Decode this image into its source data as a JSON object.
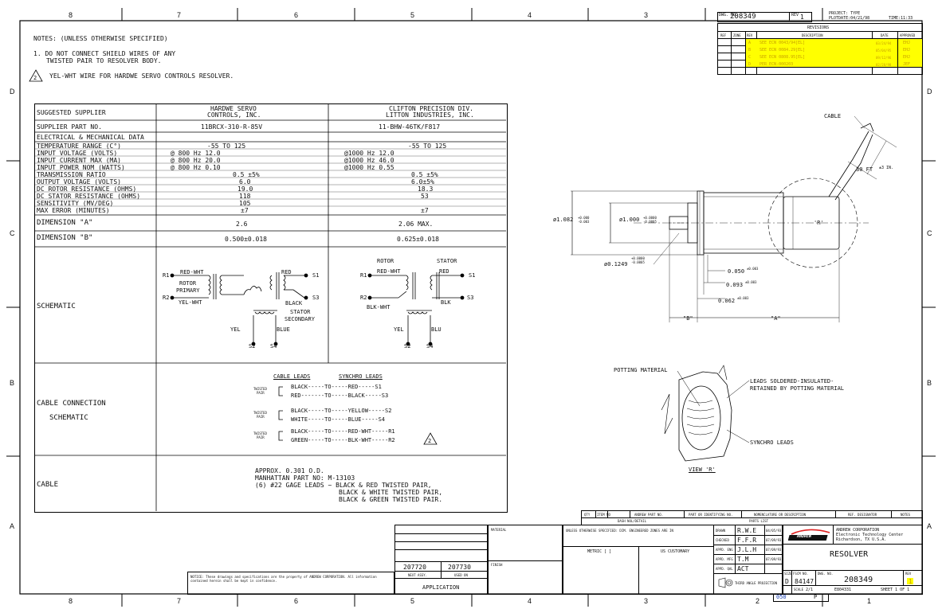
{
  "header": {
    "dwg_no_label": "DWG. NO.",
    "dwg_no": "208349",
    "rev_label": "REV",
    "rev": "1",
    "project_type": "PROJECT: TYPE",
    "plotdate": "PLOTDATE:04/21/98",
    "time": "TIME:11:33"
  },
  "zones": {
    "top": [
      "8",
      "7",
      "6",
      "5",
      "4",
      "3",
      "2",
      "1"
    ],
    "side": [
      "D",
      "C",
      "B",
      "A"
    ]
  },
  "revisions": {
    "title": "REVISIONS",
    "headers": [
      "REF",
      "ZONE",
      "REV",
      "DESCRIPTION",
      "DATE",
      "APPROVED"
    ],
    "rows": [
      {
        "rev": "A",
        "desc": "SEE ECN 0043/94[EL]",
        "date": "03/24/94",
        "appr": "EHJ"
      },
      {
        "rev": "B",
        "desc": "SEE ECN 0084.29[EL]",
        "date": "05/04/95",
        "appr": "EHJ"
      },
      {
        "rev": "C",
        "desc": "SEE ECN 0808.95[EL]",
        "date": "09/12/96",
        "appr": "EHJ"
      },
      {
        "rev": "D",
        "desc": "PER ECN-000203",
        "date": "02/28/98",
        "appr": "JEF"
      }
    ]
  },
  "notes": {
    "title": "NOTES: (UNLESS OTHERWISE SPECIFIED)",
    "n1a": "1.  DO NOT CONNECT SHIELD WIRES OF ANY",
    "n1b": "TWISTED PAIR TO RESOLVER BODY.",
    "n2_mark": "2",
    "n2": "YEL-WHT WIRE FOR HARDWE SERVO CONTROLS RESOLVER."
  },
  "spec_table": {
    "supplier_label": "SUGGESTED SUPPLIER",
    "supplier1": [
      "HARDWE SERVO",
      "CONTROLS, INC."
    ],
    "supplier2": [
      "CLIFTON PRECISION DIV.",
      "LITTON INDUSTRIES, INC."
    ],
    "part_label": "SUPPLIER PART NO.",
    "part1": "11BRCX-310-R-85V",
    "part2": "11-BHW-46TK/F817",
    "elec_label": "ELECTRICAL & MECHANICAL DATA",
    "rows": [
      {
        "label": "TEMPERATURE RANGE (C°)",
        "v1": "-55  TO  125",
        "v2": "-55  TO  125"
      },
      {
        "label": "INPUT VOLTAGE (VOLTS)",
        "v1": "@ 800  Hz   12.0",
        "v2": "@1000  Hz    12.0"
      },
      {
        "label": "INPUT CURRENT MAX (MA)",
        "v1": "@ 800  Hz   20.0",
        "v2": "@1000  Hz    46.0"
      },
      {
        "label": "INPUT POWER NOM (WATTS)",
        "v1": "@ 800  Hz   0.10",
        "v2": "@1000  Hz    0.55"
      },
      {
        "label": "TRANSMISSION RATIO",
        "v1": "0.5 ±5%",
        "v2": "0.5 ±5%"
      },
      {
        "label": "OUTPUT VOLTAGE (VOLTS)",
        "v1": "6.0",
        "v2": "6.0±5%"
      },
      {
        "label": "DC ROTOR RESISTANCE (OHMS)",
        "v1": "19.0",
        "v2": "18.3"
      },
      {
        "label": "DC STATOR RESISTANCE (OHMS)",
        "v1": "118",
        "v2": "53"
      },
      {
        "label": "SENSITIVITY (MV/DEG)",
        "v1": "105",
        "v2": ""
      },
      {
        "label": "MAX ERROR (MINUTES)",
        "v1": "±7",
        "v2": "±7"
      }
    ],
    "dim_a_label": "DIMENSION \"A\"",
    "dim_a1": "2.6",
    "dim_a2": "2.06 MAX.",
    "dim_b_label": "DIMENSION \"B\"",
    "dim_b1": "0.500±0.018",
    "dim_b2": "0.625±0.018",
    "schematic_label": "SCHEMATIC",
    "cable_conn_label1": "CABLE  CONNECTION",
    "cable_conn_label2": "SCHEMATIC",
    "cable_label": "CABLE"
  },
  "schematic1": {
    "r1": "R1",
    "r2": "R2",
    "red_wht": "RED-WHT",
    "rotor": "ROTOR",
    "primary": "PRIMARY",
    "yel_wht": "YEL-WHT",
    "red": "RED",
    "black": "BLACK",
    "s1": "S1",
    "s3": "S3",
    "stator": "STATOR",
    "secondary": "SECONDARY",
    "yel": "YEL",
    "blue": "BLUE",
    "s2": "S2",
    "s4": "S4"
  },
  "schematic2": {
    "rotor": "ROTOR",
    "stator": "STATOR",
    "r1": "R1",
    "r2": "R2",
    "red_wht": "RED-WHT",
    "blk_wht": "BLK-WHT",
    "red": "RED",
    "blk": "BLK",
    "s1": "S1",
    "s3": "S3",
    "yel": "YEL",
    "blu": "BLU",
    "s2": "S2",
    "s4": "S4"
  },
  "cable_leads": {
    "h1": "CABLE LEADS",
    "h2": "SYNCHRO LEADS",
    "twisted": "TWISTED",
    "pair": "PAIR",
    "rows": [
      "BLACK-----TO-----RED-----S1",
      "RED-------TO-----BLACK-----S3",
      "BLACK-----TO-----YELLOW-----S2",
      "WHITE-----TO-----BLUE-----S4",
      "BLACK-----TO-----RED-WHT-----R1",
      "GREEN-----TO-----BLK-WHT-----R2"
    ],
    "mark": "2"
  },
  "cable_info": {
    "l1": "APPROX. 0.301 O.D.",
    "l2": "MANHATTAN PART NO:  M-13103",
    "l3": "(6) #22 GAGE LEADS ~ BLACK & RED TWISTED PAIR,",
    "l4": "BLACK & WHITE TWISTED PAIR,",
    "l5": "BLACK & GREEN TWISTED PAIR."
  },
  "drawing": {
    "cable": "CABLE",
    "len": "30 FT",
    "tol": "±3 IN.",
    "d1": "ø1.082",
    "d1_tol_p": "+0.000",
    "d1_tol_m": "-0.003",
    "d2": "ø1.000",
    "d2_tol_p": "+0.0000",
    "d2_tol_m": "-0.0005",
    "d3": "ø0.1249",
    "d3_tol_p": "+0.0000",
    "d3_tol_m": "-0.0005",
    "dim1": "0.050",
    "dim1_tol": "±0.003",
    "dim2": "0.093",
    "dim2_tol": "±0.003",
    "dim3": "0.062",
    "dim3_tol": "±0.003",
    "b": "\"B\"",
    "a": "\"A\"",
    "r": "'R'",
    "potting": "POTTING MATERIAL",
    "leads1": "LEADS SOLDERED-INSULATED-",
    "leads2": "RETAINED BY POTTING MATERIAL",
    "synchro": "SYNCHRO LEADS",
    "view": "VIEW 'R'"
  },
  "parts_list": {
    "headers": [
      "QTY",
      "ITEM NO",
      "ANDREW PART NO.",
      "PART OR IDENTIFYING NO.",
      "NOMENCLATURE OR DESCRIPTION",
      "REF. DESIGNATOR",
      "NOTES"
    ],
    "title": "PARTS LIST",
    "dash": "DASH NOL/DETAIL"
  },
  "title_block": {
    "material": "MATERIAL",
    "finish": "FINISH",
    "next_assy_no": "207720",
    "used_on_no": "207730",
    "next_assy": "NEXT ASSY.",
    "used_on": "USED ON",
    "application": "APPLICATION",
    "unless": "UNLESS OTHERWISE SPECIFIED: DIM. ENGINEERED ZONES ARE IN",
    "metric": "METRIC [ ]",
    "us": "US CUSTOMARY",
    "drawn_lbl": "DRAWN",
    "drawn": "R.W.E",
    "drawn_date": "04/05/93",
    "checked_lbl": "CHECKED",
    "checked": "F.F.R",
    "checked_date": "07/09/93",
    "appd_lbl": "APPD. ENG",
    "appd": "J.L.H",
    "appd_date": "07/09/93",
    "appd2_lbl": "APPD. MFG",
    "appd2": "T.M",
    "appd2_date": "07/09/93",
    "appd3_lbl": "APPD. QAL",
    "appd3": "ACT",
    "third_angle": "THIRD ANGLE PROJECTION",
    "company": "ANDREW CORPORATION",
    "company2": "Electronic Technology Center",
    "company3": "Richardson, TX U.S.A.",
    "logo": "ANDREW",
    "title": "RESOLVER",
    "size_lbl": "SIZE",
    "size": "D",
    "fscm_lbl": "FSCM NO.",
    "fscm": "84147",
    "dwg_lbl": "DWG. NO.",
    "dwg": "208349",
    "rev_lbl": "REV",
    "rev": "1",
    "scale_lbl": "SCALE",
    "scale": "2/1",
    "ecn": "E804331",
    "sheet": "SHEET 1 OF 1",
    "mat_code": "050",
    "p_code": "P",
    "proprietary": "NOTICE: These drawings and specifications are the property of ANDREW CORPORATION. All information contained herein shall be kept in confidence."
  }
}
